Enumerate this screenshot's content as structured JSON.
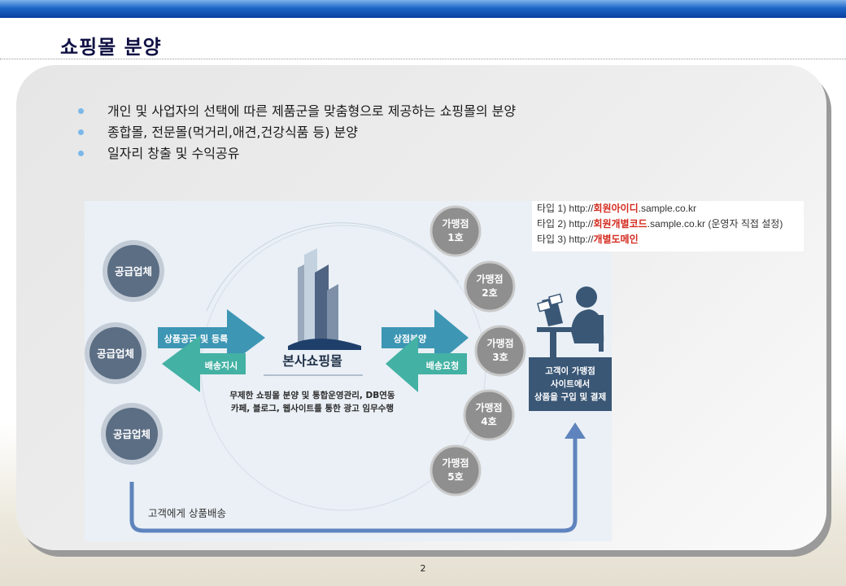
{
  "slide": {
    "title": "쇼핑몰 분양",
    "page_number": "2"
  },
  "bullets": [
    "개인 및 사업자의 선택에 따른 제품군을 맞춤형으로 제공하는 쇼핑몰의 분양",
    "종합몰, 전문몰(먹거리,애견,건강식품 등) 분양",
    "일자리 창출 및 수익공유"
  ],
  "diagram": {
    "suppliers": [
      "공급업체",
      "공급업체",
      "공급업체"
    ],
    "left_arrows": {
      "top": "상품공급 및 등록",
      "bottom": "배송지시"
    },
    "center": {
      "name": "본사쇼핑몰",
      "desc_line1": "무제한 쇼핑몰 분양 및 통합운영관리, DB연동",
      "desc_line2": "카페, 블로그, 웹사이트를 통한 광고 임무수행"
    },
    "right_arrows": {
      "top": "상점분양",
      "bottom": "배송요청"
    },
    "stores": [
      {
        "line1": "가맹점",
        "line2": "1호"
      },
      {
        "line1": "가맹점",
        "line2": "2호"
      },
      {
        "line1": "가맹점",
        "line2": "3호"
      },
      {
        "line1": "가맹점",
        "line2": "4호"
      },
      {
        "line1": "가맹점",
        "line2": "5호"
      }
    ],
    "customer_box": [
      "고객이 가맹점",
      "사이트에서",
      "상품을 구입 및 결제"
    ],
    "delivery_label": "고객에게 상품배송",
    "colors": {
      "supplier_fill": "#5b6e84",
      "store_fill": "#8f8f8f",
      "arrow_blue": "#3d96b4",
      "arrow_teal": "#43b1a3",
      "customer_box": "#3a5776",
      "delivery_line": "#5f84bd"
    }
  },
  "url_types": [
    {
      "prefix": "타입 1) http://",
      "highlight": "회원아이디",
      "suffix": ".sample.co.kr"
    },
    {
      "prefix": "타입 2) http://",
      "highlight": "회원개별코드",
      "suffix": ".sample.co.kr (운영자 직접 설정)"
    },
    {
      "prefix": "타입 3) http://",
      "highlight": "개별도메인",
      "suffix": ""
    }
  ]
}
